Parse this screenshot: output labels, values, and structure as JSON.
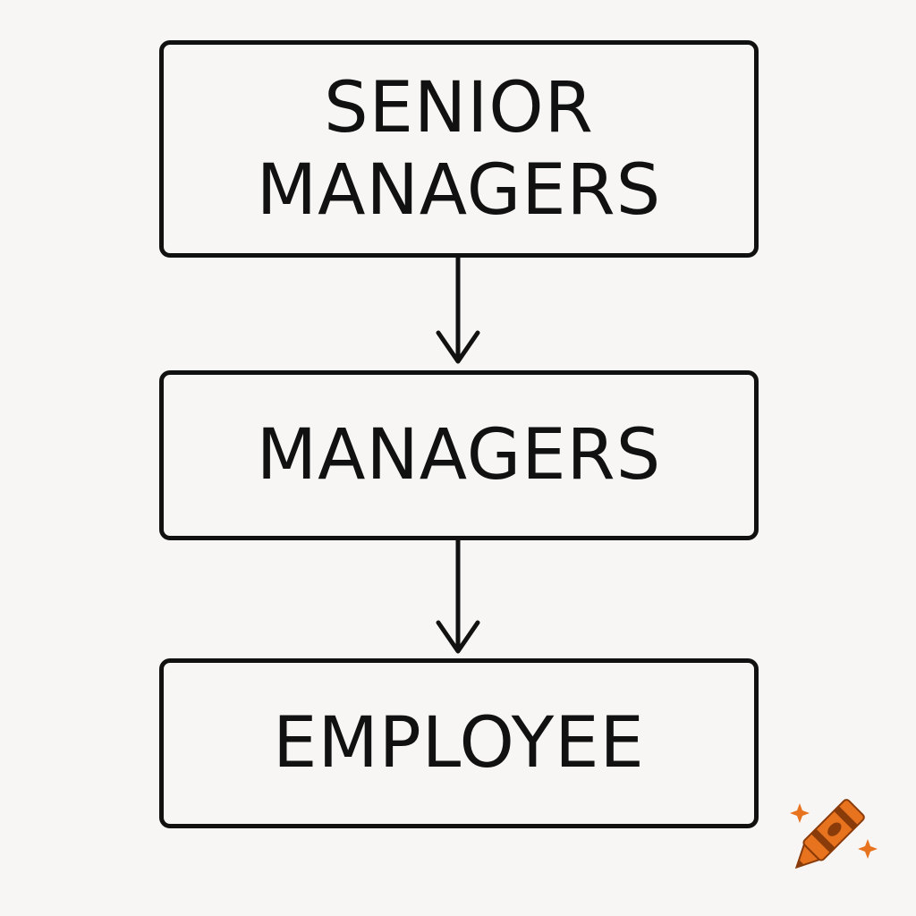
{
  "diagram": {
    "nodes": [
      {
        "id": "senior-managers",
        "label": "SENIOR\nMANAGERS"
      },
      {
        "id": "managers",
        "label": "MANAGERS"
      },
      {
        "id": "employee",
        "label": "EMPLOYEE"
      }
    ],
    "edges": [
      {
        "from": "senior-managers",
        "to": "managers"
      },
      {
        "from": "managers",
        "to": "employee"
      }
    ]
  },
  "colors": {
    "background": "#f7f6f4",
    "stroke": "#111111",
    "crayon_orange": "#e8731e",
    "crayon_dark": "#8a3b0a",
    "sparkle": "#e8731e"
  },
  "icons": {
    "watermark": "crayon-icon"
  }
}
